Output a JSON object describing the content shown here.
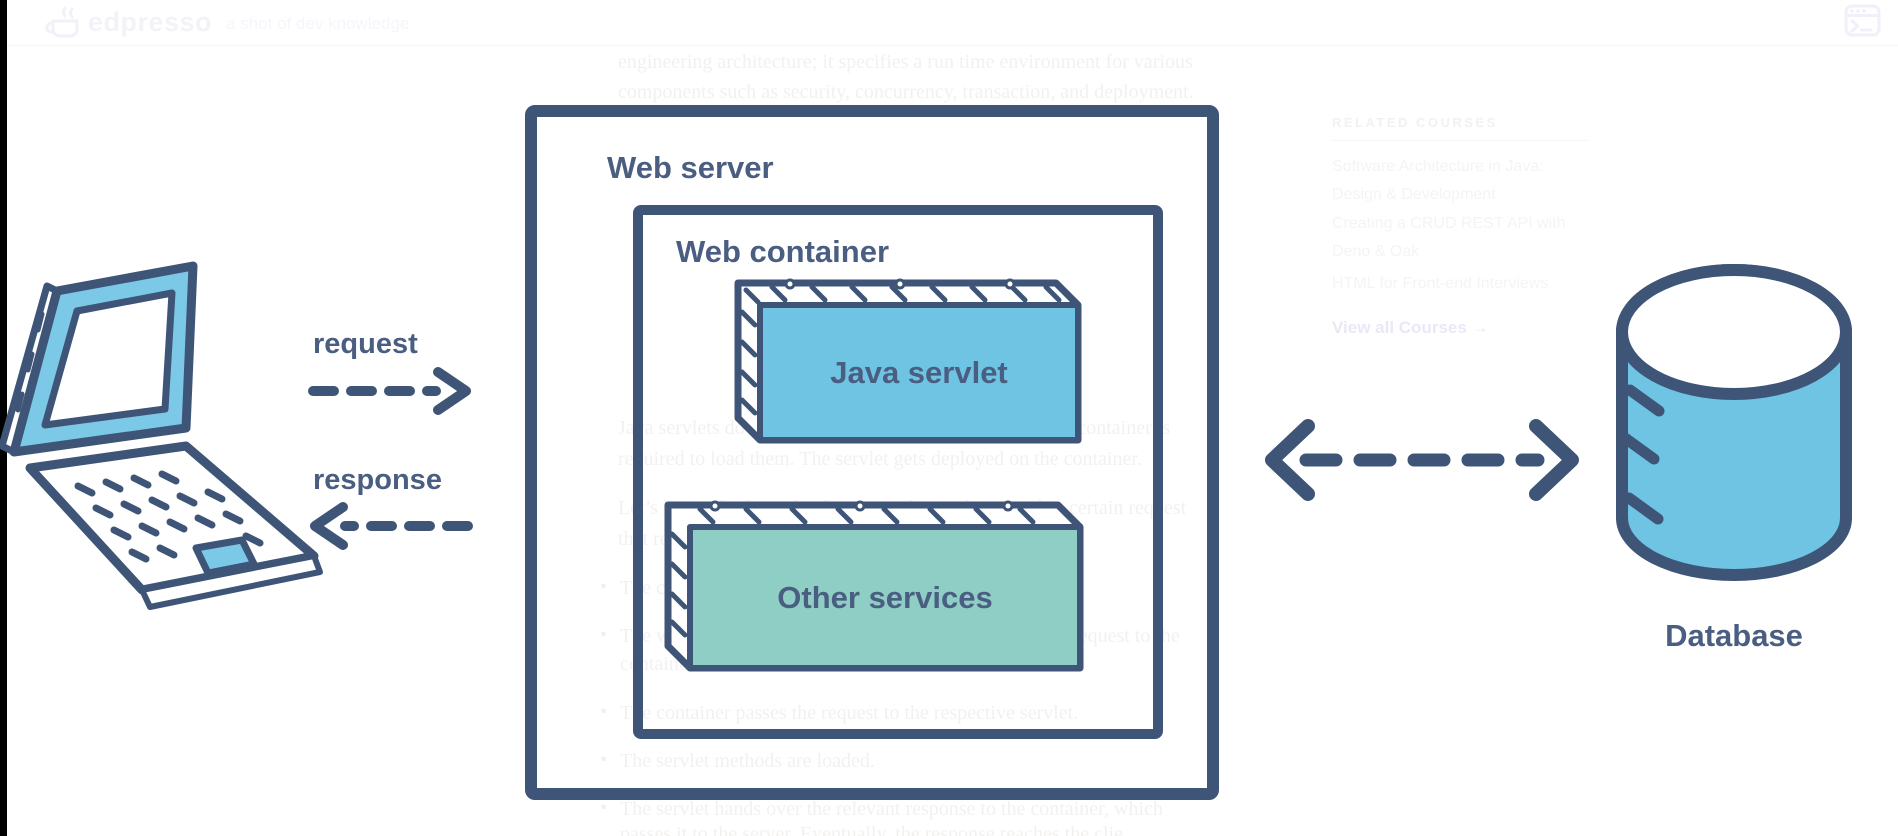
{
  "header": {
    "logo": "edpresso",
    "tagline": "a shot of dev knowledge"
  },
  "article": {
    "bullet_char": "•",
    "lines": [
      "engineering architecture; it specifies a run time environment for various",
      "components such as security, concurrency, transaction, and deployment.",
      "Java servlets do not have a main method, which is why a container is",
      "required to load them. The servlet gets deployed on the container.",
      "Let’s have a look at what happens when a client sends a certain request",
      "that requires a servlet:",
      "The client sends a request to the web server.",
      "The web server receives the request and hands over that request to the",
      "container.",
      "The container passes the request to the respective servlet.",
      "The servlet methods are loaded.",
      "The servlet hands over the relevant response to the container, which",
      "passes it to the server. Eventually, the response reaches the clie"
    ]
  },
  "sidebar": {
    "heading": "RELATED COURSES",
    "courses": [
      {
        "line1": "Software Architecture in Java:",
        "line2": "Design & Development"
      },
      {
        "line1": "Creating a CRUD REST API with",
        "line2": "Deno & Oak"
      },
      {
        "line1": "HTML for Front-end Interviews",
        "line2": ""
      }
    ],
    "view_all": "View all Courses →"
  },
  "diagram": {
    "request_label": "request",
    "response_label": "response",
    "web_server_label": "Web server",
    "web_container_label": "Web container",
    "java_servlet_label": "Java servlet",
    "other_services_label": "Other services",
    "database_label": "Database",
    "colors": {
      "outline": "#3E5578",
      "label": "#4A5E82",
      "blue_fill": "#6FC4E3",
      "teal_fill": "#8FCEC4",
      "faded_text": "#f2f1ef"
    }
  }
}
